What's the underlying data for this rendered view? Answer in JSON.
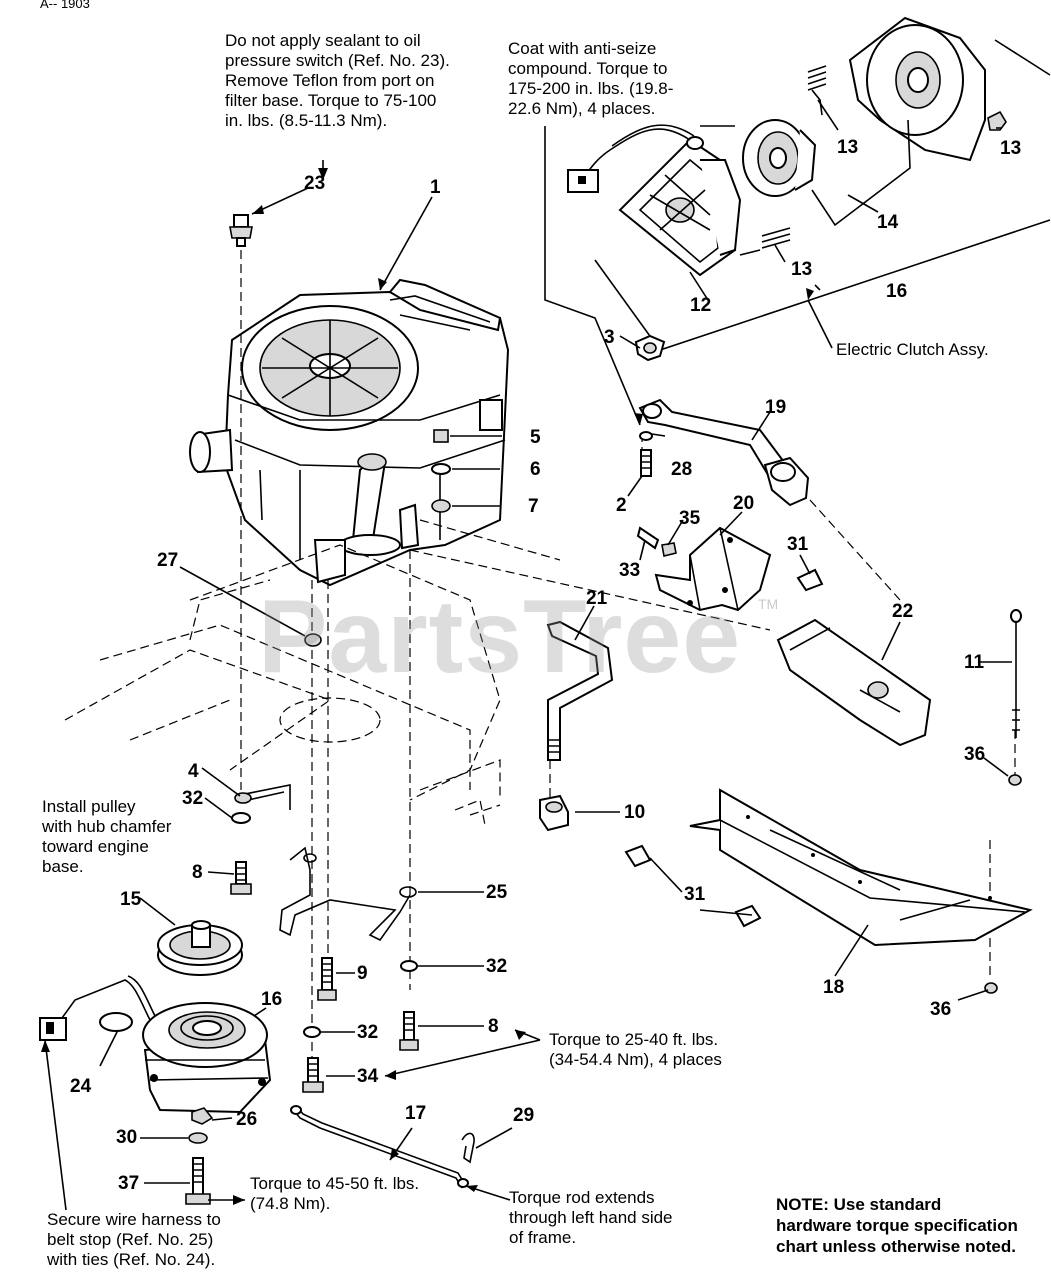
{
  "figure_id": "A-- 1903",
  "watermark": {
    "text": "PartsTree",
    "trademark": "TM"
  },
  "notes": {
    "sealant": "Do not apply sealant to oil\npressure switch (Ref. No. 23).\nRemove Teflon from port on\nfilter base. Torque to 75-100\nin. lbs. (8.5-11.3 Nm).",
    "antiseize": "Coat with anti-seize\ncompound. Torque to\n175-200 in. lbs. (19.8-\n22.6 Nm), 4 places.",
    "clutch_assy": "Electric Clutch Assy.",
    "pulley": "Install pulley\nwith hub chamfer\ntoward engine\nbase.",
    "torque_25_40": "Torque to 25-40 ft. lbs.\n(34-54.4 Nm), 4 places",
    "torque_45_50": "Torque to 45-50 ft. lbs.\n(74.8 Nm).",
    "wire_harness": "Secure wire harness to\nbelt stop (Ref. No. 25)\nwith ties (Ref. No. 24).",
    "torque_rod": "Torque rod extends\nthrough left hand side\nof frame.",
    "standard": "NOTE: Use standard\nhardware torque specification\nchart unless otherwise noted."
  },
  "callouts": {
    "c23": "23",
    "c1": "1",
    "c5": "5",
    "c6": "6",
    "c7": "7",
    "c27": "27",
    "c13a": "13",
    "c13b": "13",
    "c13c": "13",
    "c14": "14",
    "c12": "12",
    "c16a": "16",
    "c3": "3",
    "c19": "19",
    "c28": "28",
    "c2": "2",
    "c35": "35",
    "c20": "20",
    "c33": "33",
    "c31a": "31",
    "c21": "21",
    "c22": "22",
    "c11": "11",
    "c36a": "36",
    "c10": "10",
    "c4": "4",
    "c32a": "32",
    "c8a": "8",
    "c15": "15",
    "c25": "25",
    "c31b": "31",
    "c18": "18",
    "c36b": "36",
    "c9": "9",
    "c32b": "32",
    "c16b": "16",
    "c32c": "32",
    "c8b": "8",
    "c24": "24",
    "c34": "34",
    "c26": "26",
    "c30": "30",
    "c17": "17",
    "c29": "29",
    "c37": "37"
  }
}
